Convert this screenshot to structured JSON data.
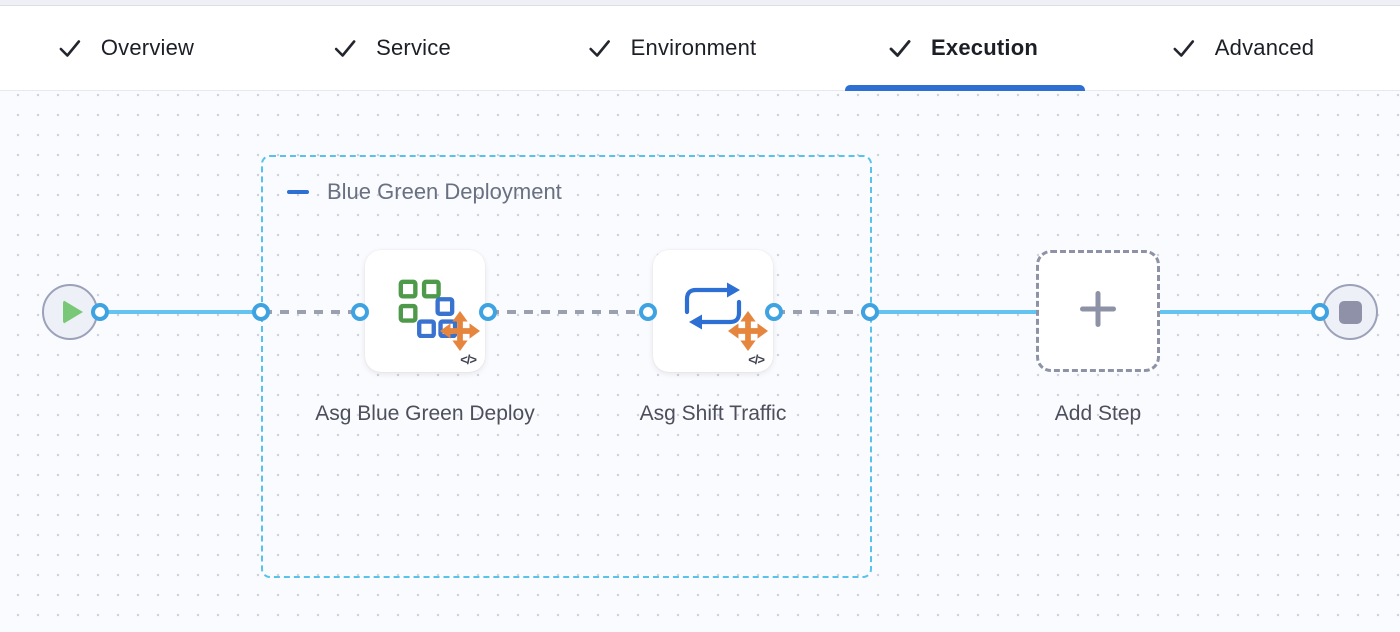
{
  "tabs": [
    {
      "label": "Overview",
      "checked": true,
      "active": false
    },
    {
      "label": "Service",
      "checked": true,
      "active": false
    },
    {
      "label": "Environment",
      "checked": true,
      "active": false
    },
    {
      "label": "Execution",
      "checked": true,
      "active": true
    },
    {
      "label": "Advanced",
      "checked": true,
      "active": false
    }
  ],
  "canvas": {
    "group": {
      "label": "Blue Green Deployment"
    },
    "nodes": [
      {
        "label": "Asg Blue Green Deploy",
        "icon": "asg-blue-green-icon"
      },
      {
        "label": "Asg Shift Traffic",
        "icon": "shift-traffic-icon"
      }
    ],
    "add_step_label": "Add Step",
    "code_glyph": "</>",
    "start_node": "pipeline-start",
    "end_node": "pipeline-end"
  },
  "colors": {
    "active_tab_underline": "#2e6fd4",
    "group_border": "#58c2ea",
    "solid_link": "#63c4f1",
    "dashed_link": "#9aa0ae",
    "port_ring": "#3fa2e1",
    "play_green": "#79c877",
    "stop_gray": "#8e91a8",
    "move_orange": "#e5853e",
    "square_green": "#4e9a4a",
    "square_blue": "#3a72d0"
  }
}
